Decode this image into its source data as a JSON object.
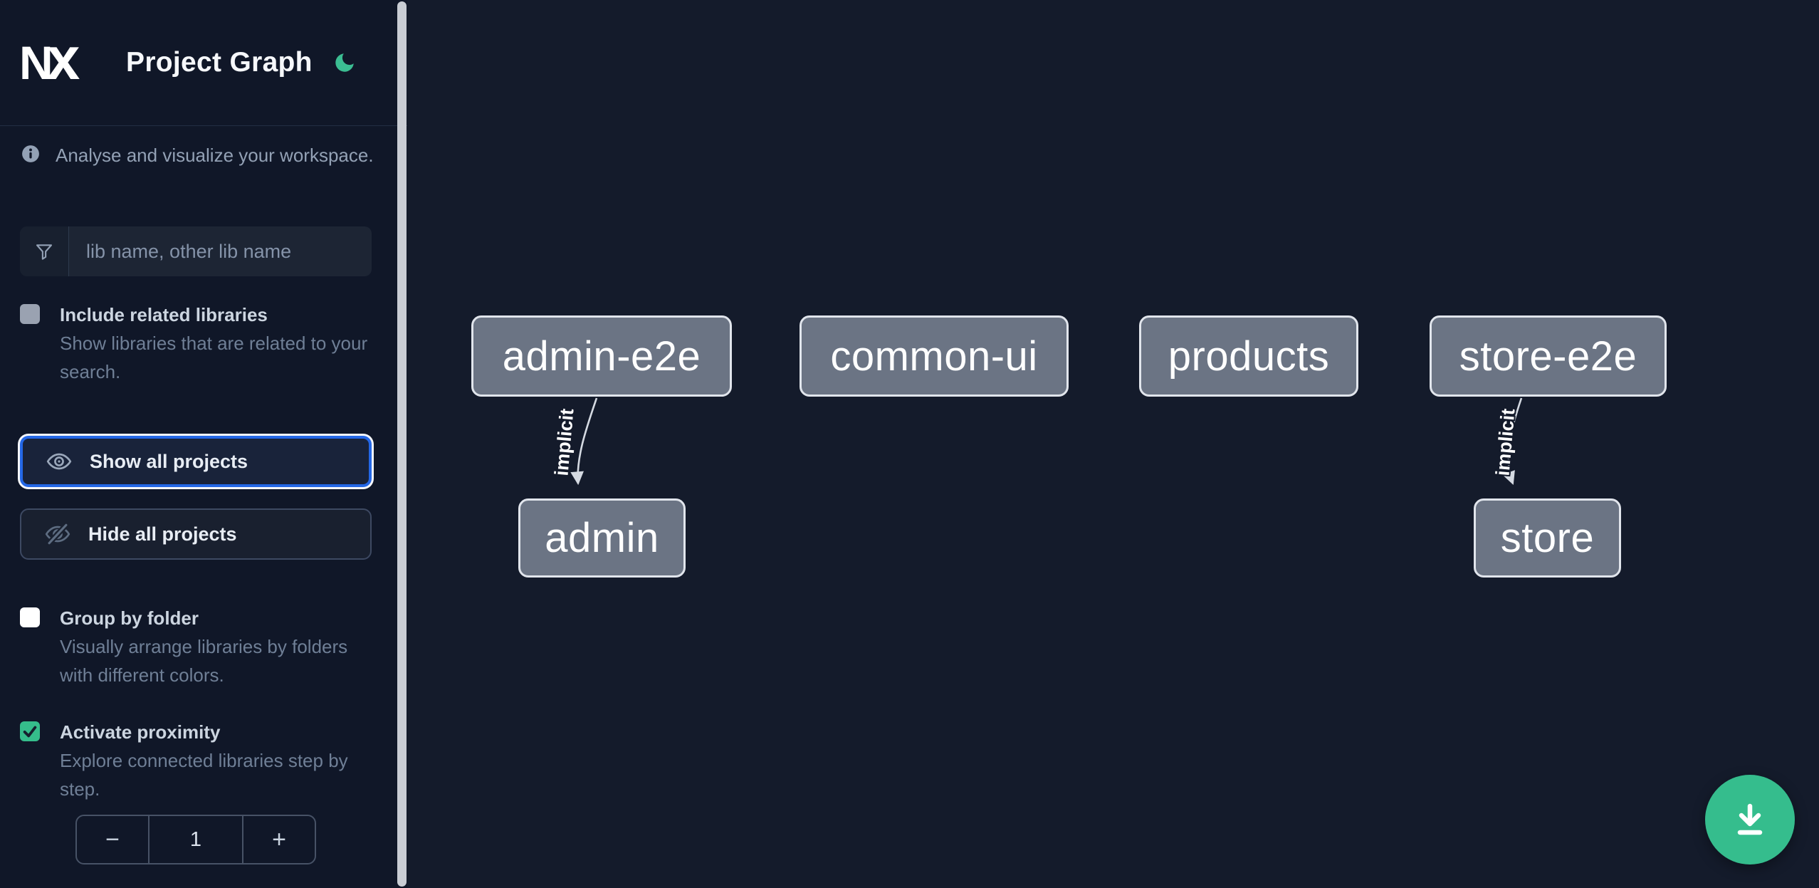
{
  "header": {
    "logo_text": "Nx",
    "title": "Project Graph",
    "theme_toggle_icon": "moon-icon"
  },
  "intro": {
    "icon": "info-icon",
    "message": "Analyse and visualize your workspace."
  },
  "search": {
    "icon": "filter-funnel-icon",
    "placeholder": "lib name, other lib name",
    "value": ""
  },
  "options": {
    "include_related": {
      "label": "Include related libraries",
      "description": "Show libraries that are related to your search.",
      "checked": false
    },
    "group_by_folder": {
      "label": "Group by folder",
      "description": "Visually arrange libraries by folders with different colors.",
      "checked": false
    },
    "activate_proximity": {
      "label": "Activate proximity",
      "description": "Explore connected libraries step by step.",
      "checked": true
    }
  },
  "actions": {
    "show_all_label": "Show all projects",
    "hide_all_label": "Hide all projects"
  },
  "proximity_stepper": {
    "decrement_label": "−",
    "value": "1",
    "increment_label": "+"
  },
  "graph": {
    "nodes": [
      {
        "label": "admin-e2e"
      },
      {
        "label": "common-ui"
      },
      {
        "label": "products"
      },
      {
        "label": "store-e2e"
      },
      {
        "label": "admin"
      },
      {
        "label": "store"
      }
    ],
    "edges": [
      {
        "from": "admin-e2e",
        "to": "admin",
        "label": "implicit"
      },
      {
        "from": "store-e2e",
        "to": "store",
        "label": "implicit"
      }
    ]
  },
  "fab": {
    "icon": "download-icon"
  },
  "colors": {
    "accent_green": "#35bd8d",
    "focus_blue": "#2467e6",
    "node_fill": "#6b7484",
    "node_border": "#e1e5ec",
    "sidebar_bg": "#101728",
    "canvas_bg": "#141b2b"
  }
}
